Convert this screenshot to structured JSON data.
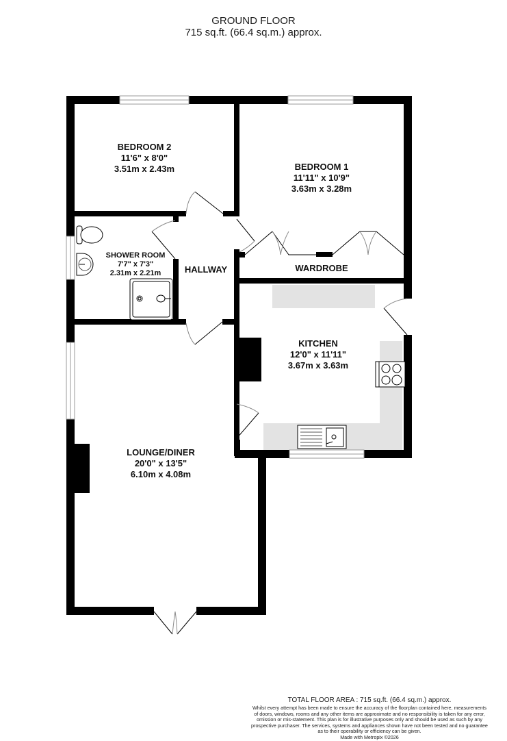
{
  "header": {
    "floor_name": "GROUND FLOOR",
    "floor_area": "715 sq.ft. (66.4 sq.m.) approx."
  },
  "rooms": {
    "bedroom2": {
      "name": "BEDROOM 2",
      "imperial": "11'6\"  x 8'0\"",
      "metric": "3.51m  x 2.43m"
    },
    "bedroom1": {
      "name": "BEDROOM 1",
      "imperial": "11'11\"  x 10'9\"",
      "metric": "3.63m  x 3.28m"
    },
    "shower_room": {
      "name": "SHOWER ROOM",
      "imperial": "7'7\"  x 7'3\"",
      "metric": "2.31m  x 2.21m"
    },
    "hallway": {
      "name": "HALLWAY"
    },
    "wardrobe": {
      "name": "WARDROBE"
    },
    "kitchen": {
      "name": "KITCHEN",
      "imperial": "12'0\"  x 11'11\"",
      "metric": "3.67m  x 3.63m"
    },
    "lounge_diner": {
      "name": "LOUNGE/DINER",
      "imperial": "20'0\"  x 13'5\"",
      "metric": "6.10m  x 4.08m"
    }
  },
  "fixtures": [
    "toilet-icon",
    "basin-icon",
    "shower-tray-icon",
    "hob-icon",
    "sink-icon",
    "chimney-breast",
    "worktop"
  ],
  "colors": {
    "wall": "#000000",
    "worktop": "#e3e3e3",
    "window": "#9a9a9a",
    "door_arc": "#8a8a8a"
  },
  "footer": {
    "total_area": "TOTAL FLOOR AREA : 715 sq.ft. (66.4 sq.m.) approx.",
    "disclaimer_lines": [
      "Whilst every attempt has been made to ensure the accuracy of the floorplan contained here, measurements",
      "of doors, windows, rooms and any other items are approximate and no responsibility is taken for any error,",
      "omission or mis-statement. This plan is for illustrative purposes only and should be used as such by any",
      "prospective purchaser. The services, systems and appliances shown have not been tested and no guarantee",
      "as to their operability or efficiency can be given."
    ],
    "credit": "Made with Metropix ©2026"
  }
}
